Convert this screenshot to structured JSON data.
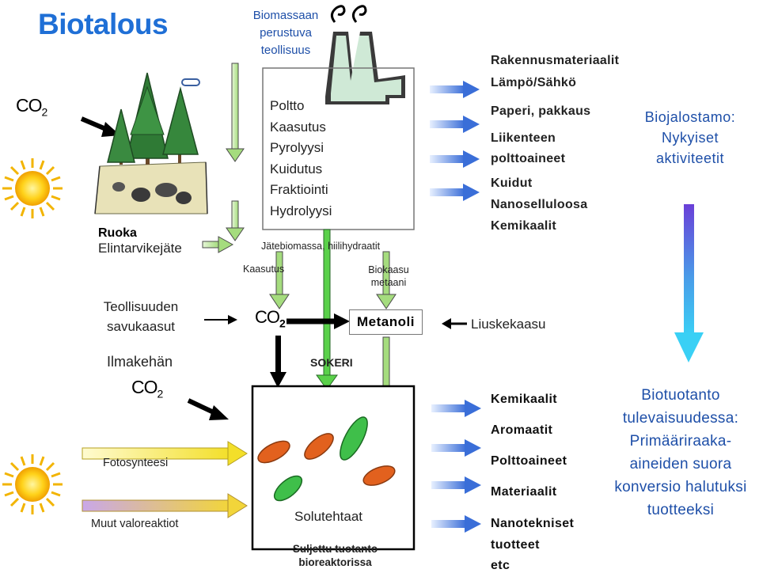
{
  "title": "Biotalous",
  "co2_top": {
    "main": "CO",
    "sub": "2"
  },
  "industry_label": [
    "Biomassaan",
    "perustuva",
    "teollisuus"
  ],
  "processes": [
    "Poltto",
    "Kaasutus",
    "Pyrolyysi",
    "Kuidutus",
    "Fraktiointi",
    "Hydrolyysi"
  ],
  "outputs_top": [
    "Rakennusmateriaalit",
    "Lämpö/Sähkö",
    "Paperi, pakkaus",
    "Liikenteen",
    "polttoaineet",
    "Kuidut",
    "Nanoselluloosa",
    "Kemikaalit"
  ],
  "current_label": [
    "Biojalostamo:",
    "Nykyiset",
    "aktiviteetit"
  ],
  "ruoka": {
    "bold": "Ruoka",
    "normal": "Elintarvikejäte"
  },
  "waste_label": "Jätebiomassa, hiilihydraatit",
  "kaasutus_label": "Kaasutus",
  "biokaasu_label": [
    "Biokaasu",
    "metaani"
  ],
  "flue_gas": [
    "Teollisuuden",
    "savukaasut"
  ],
  "co2_mid": {
    "main": "CO",
    "sub": "2"
  },
  "metanoli": "Metanoli",
  "liuskekaasu": "Liuskekaasu",
  "ilmakehan": "Ilmakehän",
  "co2_low": {
    "main": "CO",
    "sub": "2"
  },
  "sokeri": "SOKERI",
  "fotosynteesi": "Fotosynteesi",
  "muut": "Muut valoreaktiot",
  "solutehtaat": "Solutehtaat",
  "closed_production": [
    "Suljettu tuotanto",
    "bioreaktorissa"
  ],
  "outputs_bottom": [
    "Kemikaalit",
    "Aromaatit",
    "Polttoaineet",
    "Materiaalit",
    "Nanotekniset",
    "tuotteet",
    "etc"
  ],
  "future_label": [
    "Biotuotanto",
    "tulevaisuudessa:",
    "Primääriraaka-",
    "aineiden suora",
    "konversio halutuksi",
    "tuotteeksi"
  ],
  "colors": {
    "title_blue": "#1f6fd6",
    "accent_blue": "#1e4fa8",
    "light_green": "#b9e39a",
    "bright_green": "#5ad14a",
    "yellow": "#f5e64a",
    "cell_red": "#d95b1f",
    "cell_green": "#3fbf4a"
  },
  "icons": [
    "sun-icon",
    "tree-icon",
    "factory-icon",
    "arrow-icon"
  ]
}
